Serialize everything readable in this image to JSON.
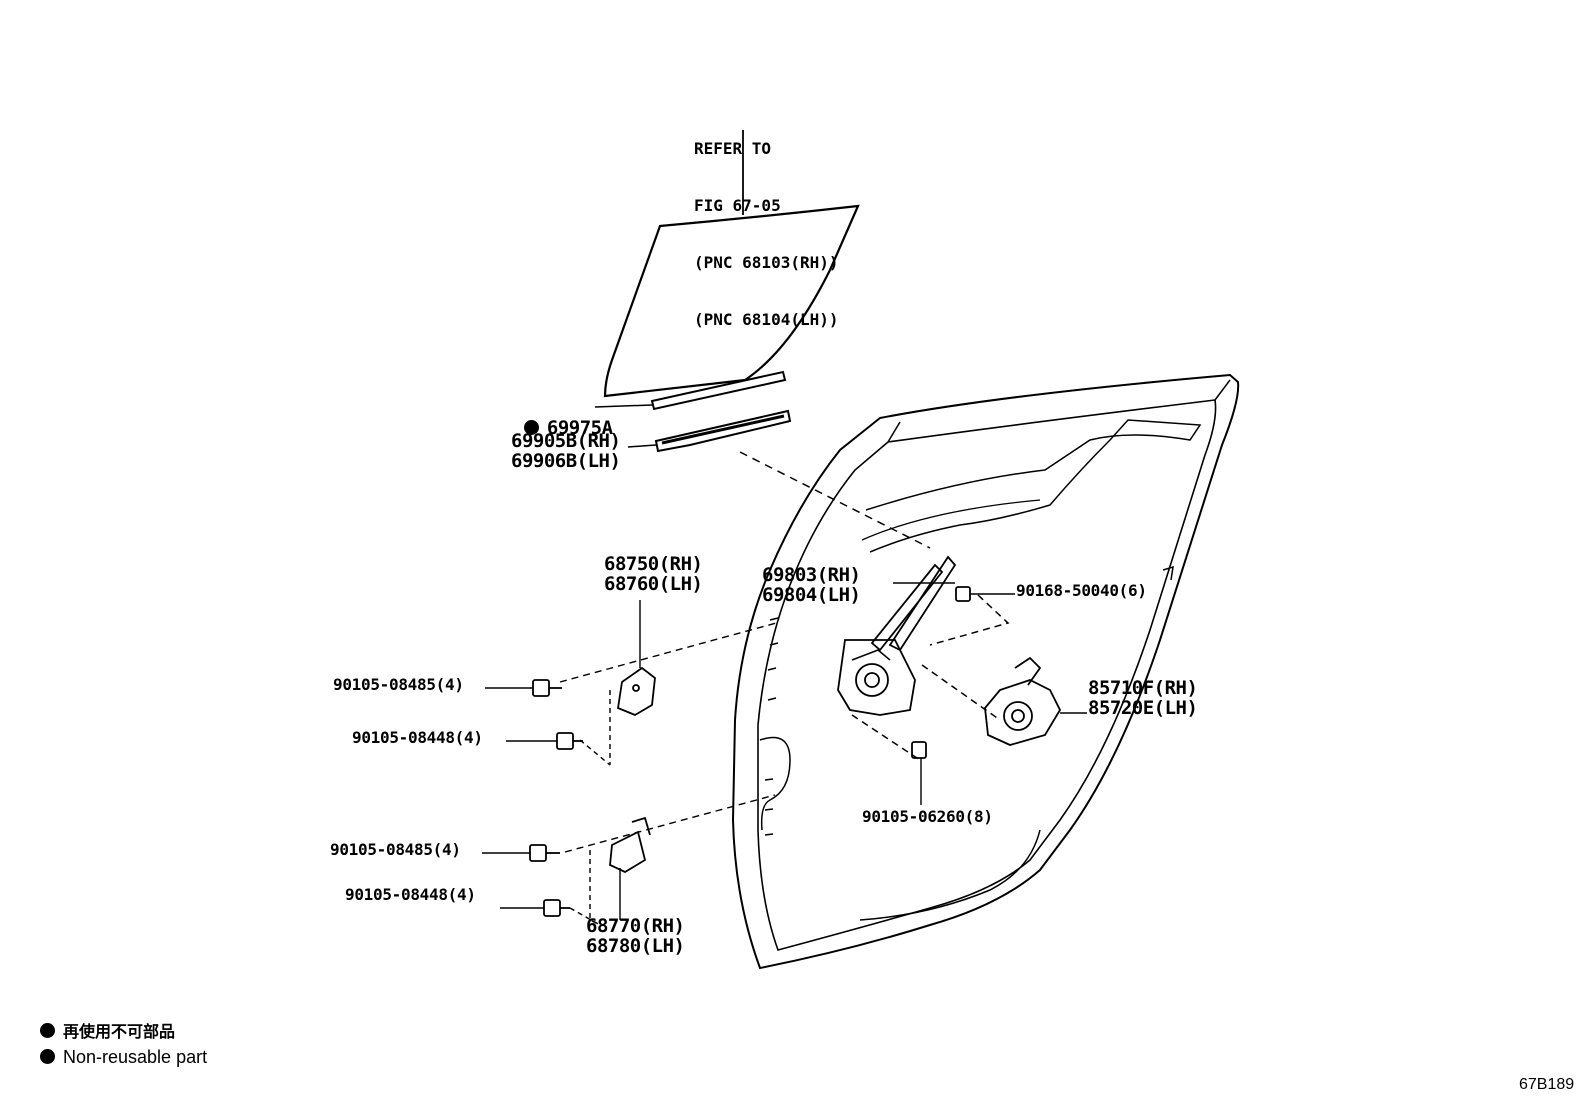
{
  "refer_note": {
    "line1": "REFER TO",
    "line2": "FIG 67-05",
    "line3": "(PNC 68103(RH))",
    "line4": "(PNC 68104(LH))"
  },
  "parts": {
    "p69975A": "69975A",
    "p69905B": "69905B(RH)",
    "p69906B": "69906B(LH)",
    "p68750": "68750(RH)",
    "p68760": "68760(LH)",
    "p69803": "69803(RH)",
    "p69804": "69804(LH)",
    "p90168": "90168-50040(6)",
    "p85710F": "85710F(RH)",
    "p85720E": "85720E(LH)",
    "p90105_08485_a": "90105-08485(4)",
    "p90105_08448_a": "90105-08448(4)",
    "p90105_06260": "90105-06260(8)",
    "p90105_08485_b": "90105-08485(4)",
    "p90105_08448_b": "90105-08448(4)",
    "p68770": "68770(RH)",
    "p68780": "68780(LH)"
  },
  "legend": {
    "jp": "再使用不可部品",
    "en": "Non-reusable part"
  },
  "figure_code": "67B189"
}
